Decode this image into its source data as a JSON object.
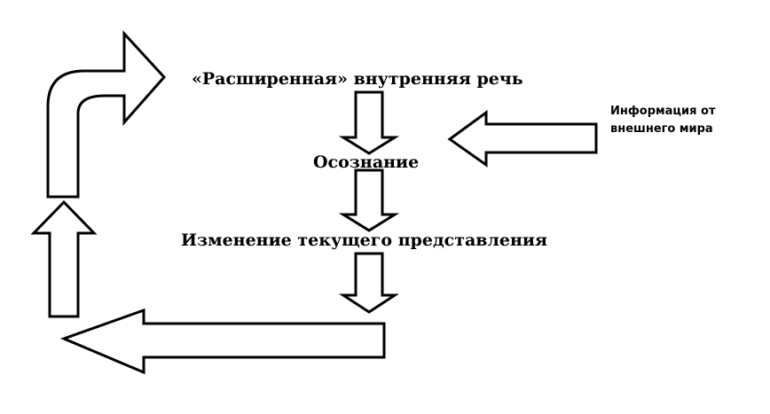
{
  "diagram": {
    "labels": {
      "extended_inner_speech": "«Расширенная» внутренняя речь",
      "awareness": "Осознание",
      "representation_change": "Изменение текущего представления",
      "outer_world_info": "Информация от внешнего мира"
    },
    "colors": {
      "background": "#ffffff",
      "arrow_fill": "#ffffff",
      "arrow_stroke": "#000000",
      "text": "#000000"
    }
  }
}
